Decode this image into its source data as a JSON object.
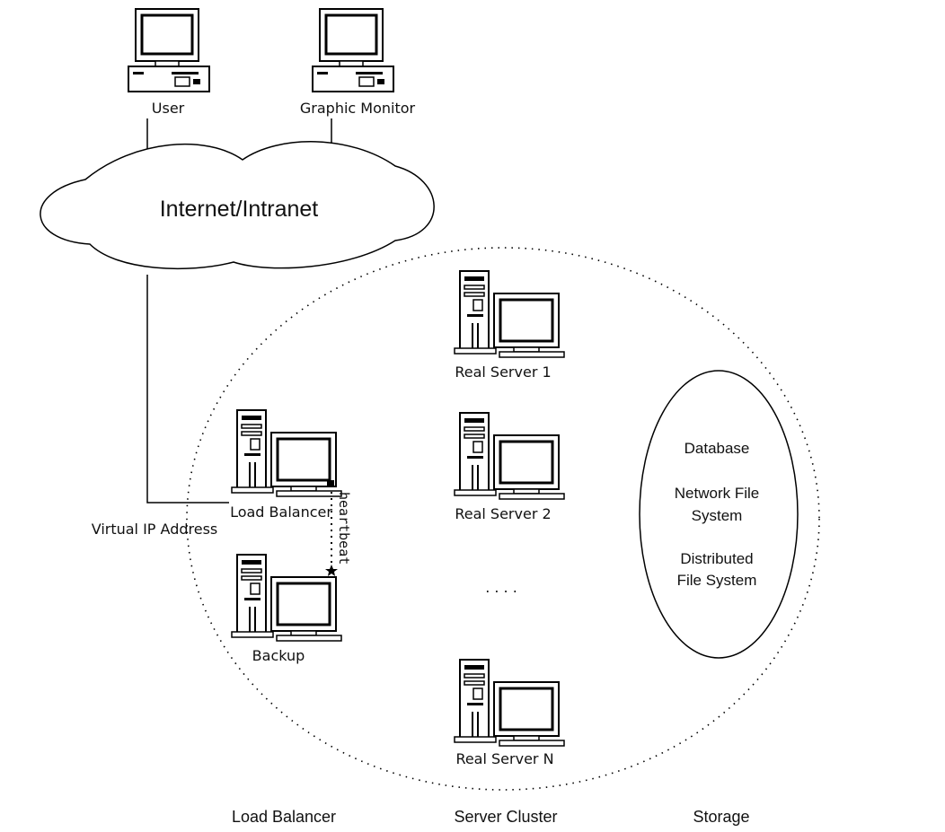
{
  "nodes": {
    "user": "User",
    "graphic_monitor": "Graphic Monitor",
    "internet": "Internet/Intranet",
    "virtual_ip": "Virtual IP Address",
    "load_balancer": "Load Balancer",
    "heartbeat": "heartbeat",
    "backup": "Backup",
    "real_server_1": "Real Server 1",
    "real_server_2": "Real Server 2",
    "ellipsis": ". . . .",
    "real_server_n": "Real Server N"
  },
  "storage": {
    "database": "Database",
    "nfs_line1": "Network File",
    "nfs_line2": "System",
    "dfs_line1": "Distributed",
    "dfs_line2": "File System"
  },
  "footer": {
    "load_balancer": "Load Balancer",
    "server_cluster": "Server Cluster",
    "storage": "Storage"
  },
  "icons": {
    "desktop": "desktop-computer-icon",
    "tower": "tower-server-icon"
  }
}
